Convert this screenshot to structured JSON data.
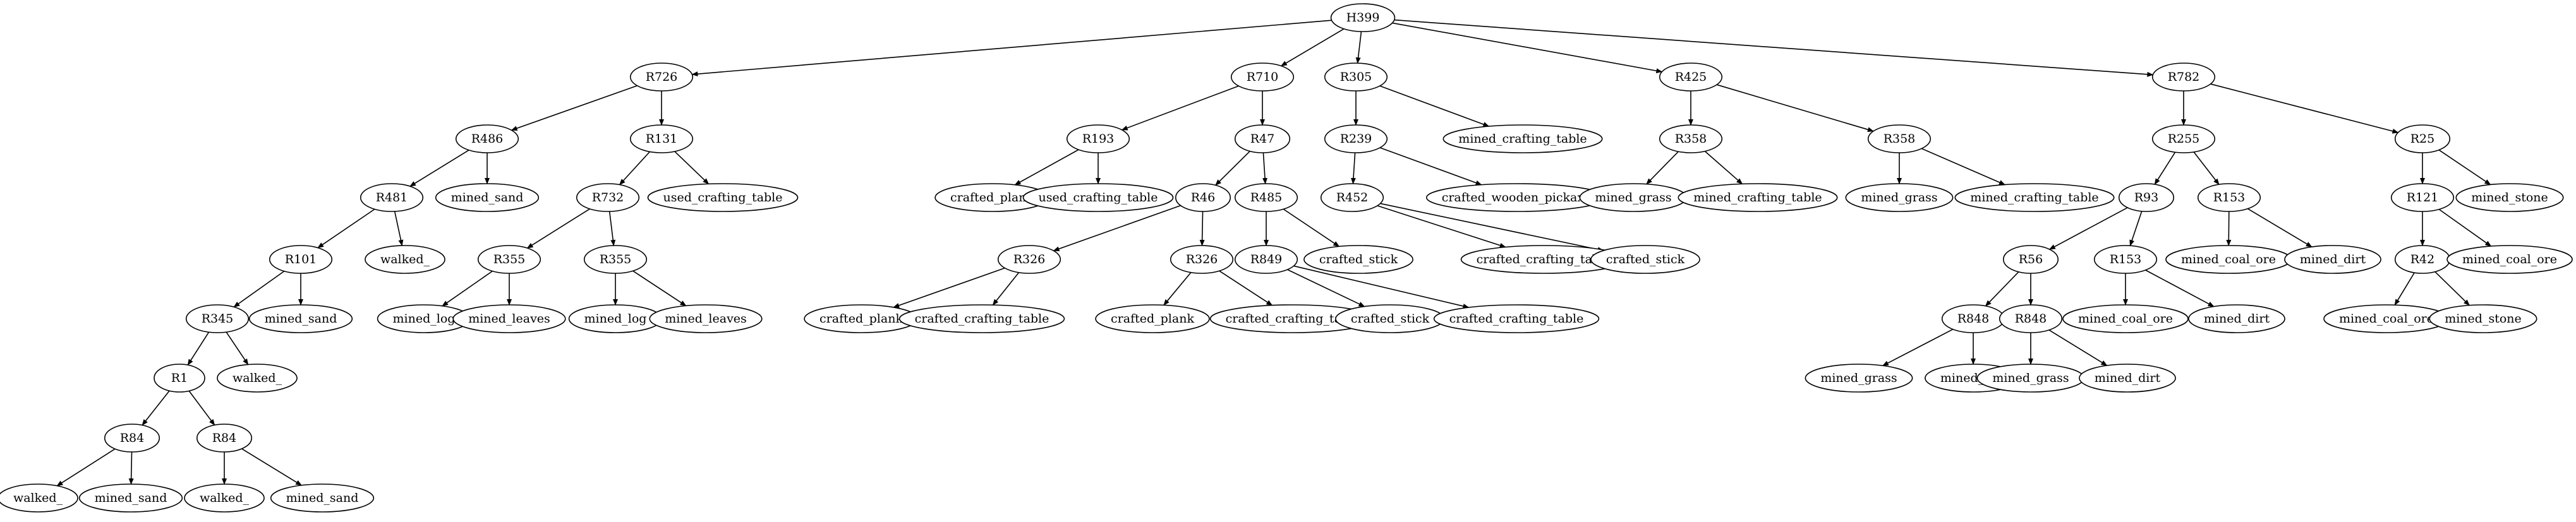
{
  "colors": {
    "stroke": "#000000",
    "background": "#ffffff",
    "node_fill": "#ffffff"
  },
  "nodes": [
    {
      "id": "n0",
      "label": "H399"
    },
    {
      "id": "n1",
      "label": "R726"
    },
    {
      "id": "n2",
      "label": "R710"
    },
    {
      "id": "n3",
      "label": "R305"
    },
    {
      "id": "n4",
      "label": "R425"
    },
    {
      "id": "n5",
      "label": "R782"
    },
    {
      "id": "n6",
      "label": "R486"
    },
    {
      "id": "n7",
      "label": "R131"
    },
    {
      "id": "n8",
      "label": "R193"
    },
    {
      "id": "n9",
      "label": "R47"
    },
    {
      "id": "n10",
      "label": "R239"
    },
    {
      "id": "n11",
      "label": "mined_crafting_table"
    },
    {
      "id": "n12",
      "label": "R358"
    },
    {
      "id": "n13",
      "label": "R358"
    },
    {
      "id": "n14",
      "label": "R255"
    },
    {
      "id": "n15",
      "label": "R25"
    },
    {
      "id": "n16",
      "label": "R481"
    },
    {
      "id": "n17",
      "label": "mined_sand"
    },
    {
      "id": "n18",
      "label": "R732"
    },
    {
      "id": "n19",
      "label": "used_crafting_table"
    },
    {
      "id": "n20",
      "label": "crafted_plank"
    },
    {
      "id": "n21",
      "label": "used_crafting_table"
    },
    {
      "id": "n22",
      "label": "R46"
    },
    {
      "id": "n23",
      "label": "R485"
    },
    {
      "id": "n24",
      "label": "R452"
    },
    {
      "id": "n25",
      "label": "crafted_wooden_pickaxe"
    },
    {
      "id": "n26",
      "label": "mined_grass"
    },
    {
      "id": "n27",
      "label": "mined_crafting_table"
    },
    {
      "id": "n28",
      "label": "mined_grass"
    },
    {
      "id": "n29",
      "label": "mined_crafting_table"
    },
    {
      "id": "n30",
      "label": "R93"
    },
    {
      "id": "n31",
      "label": "R153"
    },
    {
      "id": "n32",
      "label": "R121"
    },
    {
      "id": "n33",
      "label": "mined_stone"
    },
    {
      "id": "n34",
      "label": "R101"
    },
    {
      "id": "n35",
      "label": "walked_"
    },
    {
      "id": "n36",
      "label": "R355"
    },
    {
      "id": "n37",
      "label": "R355"
    },
    {
      "id": "n38",
      "label": "R326"
    },
    {
      "id": "n39",
      "label": "R326"
    },
    {
      "id": "n40",
      "label": "R849"
    },
    {
      "id": "n41",
      "label": "crafted_stick"
    },
    {
      "id": "n42",
      "label": "crafted_crafting_table"
    },
    {
      "id": "n43",
      "label": "crafted_stick"
    },
    {
      "id": "n44",
      "label": "R56"
    },
    {
      "id": "n45",
      "label": "R153"
    },
    {
      "id": "n46",
      "label": "mined_coal_ore"
    },
    {
      "id": "n47",
      "label": "mined_dirt"
    },
    {
      "id": "n48",
      "label": "R42"
    },
    {
      "id": "n49",
      "label": "mined_coal_ore"
    },
    {
      "id": "n50",
      "label": "R345"
    },
    {
      "id": "n51",
      "label": "mined_sand"
    },
    {
      "id": "n52",
      "label": "mined_log"
    },
    {
      "id": "n53",
      "label": "mined_leaves"
    },
    {
      "id": "n54",
      "label": "mined_log"
    },
    {
      "id": "n55",
      "label": "mined_leaves"
    },
    {
      "id": "n56",
      "label": "crafted_plank"
    },
    {
      "id": "n57",
      "label": "crafted_crafting_table"
    },
    {
      "id": "n58",
      "label": "crafted_plank"
    },
    {
      "id": "n59",
      "label": "crafted_crafting_table"
    },
    {
      "id": "n60",
      "label": "crafted_stick"
    },
    {
      "id": "n61",
      "label": "crafted_crafting_table"
    },
    {
      "id": "n62",
      "label": "R848"
    },
    {
      "id": "n63",
      "label": "R848"
    },
    {
      "id": "n64",
      "label": "mined_coal_ore"
    },
    {
      "id": "n65",
      "label": "mined_dirt"
    },
    {
      "id": "n66",
      "label": "mined_coal_ore"
    },
    {
      "id": "n67",
      "label": "mined_stone"
    },
    {
      "id": "n68",
      "label": "R1"
    },
    {
      "id": "n69",
      "label": "walked_"
    },
    {
      "id": "n70",
      "label": "mined_grass"
    },
    {
      "id": "n71",
      "label": "mined_dirt"
    },
    {
      "id": "n72",
      "label": "mined_grass"
    },
    {
      "id": "n73",
      "label": "mined_dirt"
    },
    {
      "id": "n74",
      "label": "R84"
    },
    {
      "id": "n75",
      "label": "R84"
    },
    {
      "id": "n76",
      "label": "walked_"
    },
    {
      "id": "n77",
      "label": "mined_sand"
    },
    {
      "id": "n78",
      "label": "walked_"
    },
    {
      "id": "n79",
      "label": "mined_sand"
    }
  ],
  "edges": [
    [
      "n0",
      "n1"
    ],
    [
      "n0",
      "n2"
    ],
    [
      "n0",
      "n3"
    ],
    [
      "n0",
      "n4"
    ],
    [
      "n0",
      "n5"
    ],
    [
      "n1",
      "n6"
    ],
    [
      "n1",
      "n7"
    ],
    [
      "n2",
      "n8"
    ],
    [
      "n2",
      "n9"
    ],
    [
      "n3",
      "n10"
    ],
    [
      "n3",
      "n11"
    ],
    [
      "n4",
      "n12"
    ],
    [
      "n4",
      "n13"
    ],
    [
      "n5",
      "n14"
    ],
    [
      "n5",
      "n15"
    ],
    [
      "n6",
      "n16"
    ],
    [
      "n6",
      "n17"
    ],
    [
      "n7",
      "n18"
    ],
    [
      "n7",
      "n19"
    ],
    [
      "n8",
      "n20"
    ],
    [
      "n8",
      "n21"
    ],
    [
      "n9",
      "n22"
    ],
    [
      "n9",
      "n23"
    ],
    [
      "n10",
      "n24"
    ],
    [
      "n10",
      "n25"
    ],
    [
      "n12",
      "n26"
    ],
    [
      "n12",
      "n27"
    ],
    [
      "n13",
      "n28"
    ],
    [
      "n13",
      "n29"
    ],
    [
      "n14",
      "n30"
    ],
    [
      "n14",
      "n31"
    ],
    [
      "n15",
      "n32"
    ],
    [
      "n15",
      "n33"
    ],
    [
      "n16",
      "n34"
    ],
    [
      "n16",
      "n35"
    ],
    [
      "n18",
      "n36"
    ],
    [
      "n18",
      "n37"
    ],
    [
      "n22",
      "n38"
    ],
    [
      "n22",
      "n39"
    ],
    [
      "n23",
      "n40"
    ],
    [
      "n23",
      "n41"
    ],
    [
      "n24",
      "n42"
    ],
    [
      "n24",
      "n43"
    ],
    [
      "n30",
      "n44"
    ],
    [
      "n30",
      "n45"
    ],
    [
      "n31",
      "n46"
    ],
    [
      "n31",
      "n47"
    ],
    [
      "n32",
      "n48"
    ],
    [
      "n32",
      "n49"
    ],
    [
      "n34",
      "n50"
    ],
    [
      "n34",
      "n51"
    ],
    [
      "n36",
      "n52"
    ],
    [
      "n36",
      "n53"
    ],
    [
      "n37",
      "n54"
    ],
    [
      "n37",
      "n55"
    ],
    [
      "n38",
      "n56"
    ],
    [
      "n38",
      "n57"
    ],
    [
      "n39",
      "n58"
    ],
    [
      "n39",
      "n59"
    ],
    [
      "n40",
      "n60"
    ],
    [
      "n40",
      "n61"
    ],
    [
      "n44",
      "n62"
    ],
    [
      "n44",
      "n63"
    ],
    [
      "n45",
      "n64"
    ],
    [
      "n45",
      "n65"
    ],
    [
      "n48",
      "n66"
    ],
    [
      "n48",
      "n67"
    ],
    [
      "n50",
      "n68"
    ],
    [
      "n50",
      "n69"
    ],
    [
      "n62",
      "n70"
    ],
    [
      "n62",
      "n71"
    ],
    [
      "n63",
      "n72"
    ],
    [
      "n63",
      "n73"
    ],
    [
      "n68",
      "n74"
    ],
    [
      "n68",
      "n75"
    ],
    [
      "n74",
      "n76"
    ],
    [
      "n74",
      "n77"
    ],
    [
      "n75",
      "n78"
    ],
    [
      "n75",
      "n79"
    ]
  ]
}
